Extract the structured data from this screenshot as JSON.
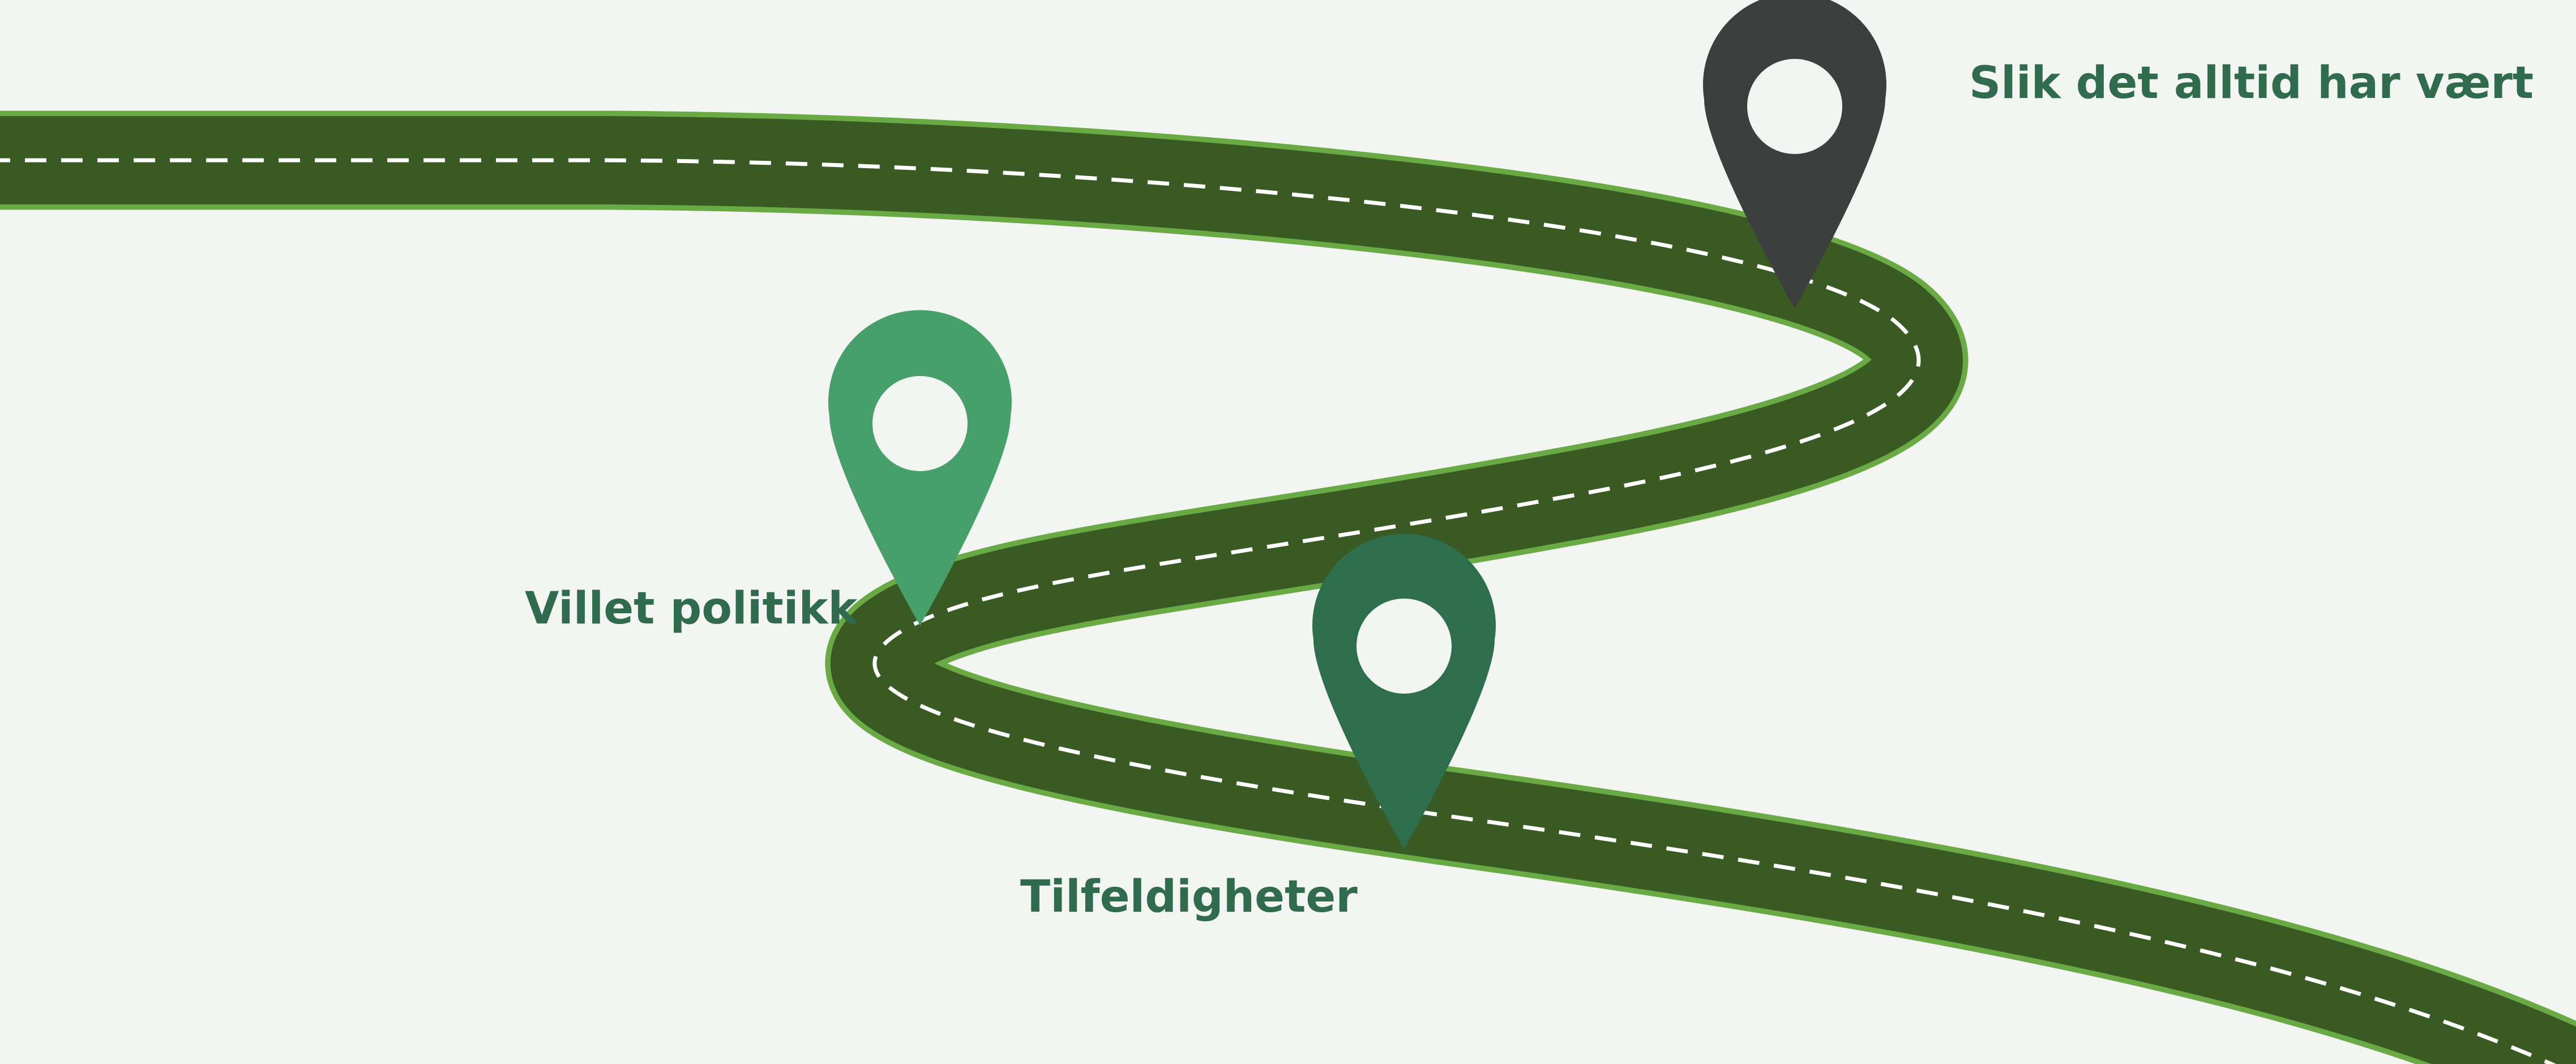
{
  "colors": {
    "background": "#f3f5f2",
    "road": "#3a5a23",
    "road_border": "#6aaa45",
    "lane_marking": "#ffffff",
    "label_text": "#2f6b4c"
  },
  "markers": [
    {
      "id": "marker-1",
      "label": "Slik det alltid har vært",
      "color": "#3d3f3e",
      "icon": "map-pin-icon"
    },
    {
      "id": "marker-2",
      "label": "Villet politikk",
      "color": "#479f69",
      "icon": "map-pin-icon"
    },
    {
      "id": "marker-3",
      "label": "Tilfeldigheter",
      "color": "#2f6e4c",
      "icon": "map-pin-icon"
    }
  ]
}
